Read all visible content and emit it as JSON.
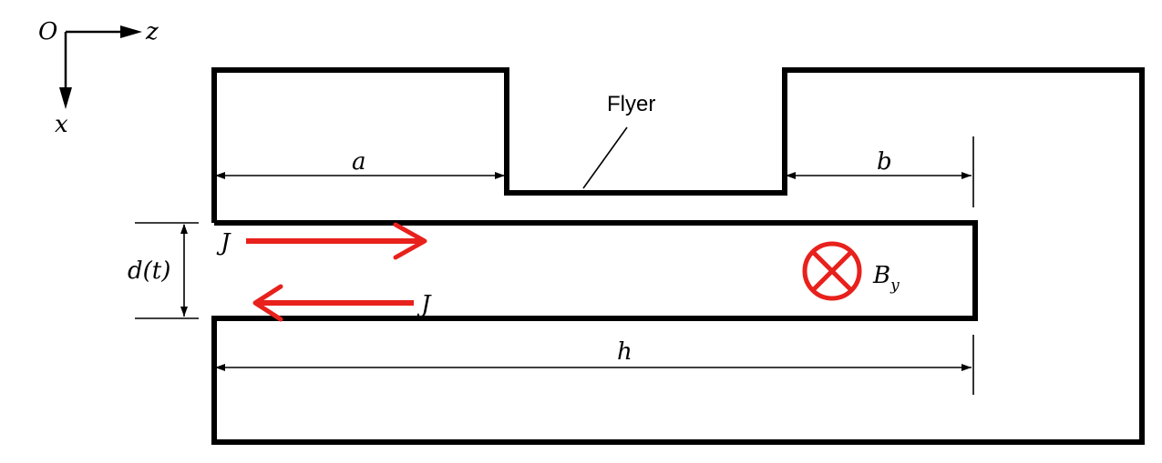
{
  "axes": {
    "origin": "O",
    "horizontal": "z",
    "vertical": "x"
  },
  "labels": {
    "flyer": "Flyer",
    "a": "a",
    "b": "b",
    "h": "h",
    "gap": "d(t)",
    "current_top": "J",
    "current_bottom": "J",
    "field_main": "B",
    "field_sub": "y"
  },
  "colors": {
    "outline": "#000000",
    "current_arrow": "#e8211c",
    "field_symbol": "#e8211c"
  },
  "icons": {
    "field_into_page": "circle-cross-icon",
    "current_direction": "arrow-icon"
  }
}
